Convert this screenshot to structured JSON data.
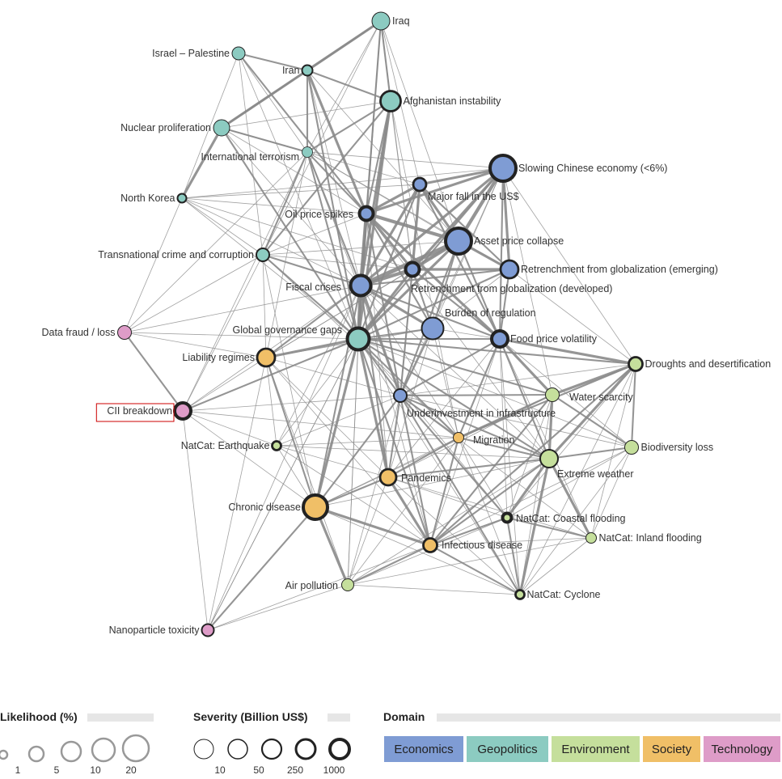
{
  "colors": {
    "Economics": "#7f9cd4",
    "Geopolitics": "#8ccbc1",
    "Environment": "#c5df9c",
    "Society": "#f0bf67",
    "Technology": "#de9cc8",
    "edge": "#8a8a8a",
    "highlight": "#cc0000"
  },
  "highlighted": "CII breakdown",
  "nodes": [
    {
      "name": "Iraq",
      "domain": "Geopolitics",
      "likelihood": 10,
      "severity": 10
    },
    {
      "name": "Israel – Palestine",
      "domain": "Geopolitics",
      "likelihood": 5,
      "severity": 10
    },
    {
      "name": "Iran",
      "domain": "Geopolitics",
      "likelihood": 3,
      "severity": 50
    },
    {
      "name": "Afghanistan instability",
      "domain": "Geopolitics",
      "likelihood": 12,
      "severity": 250
    },
    {
      "name": "Nuclear proliferation",
      "domain": "Geopolitics",
      "likelihood": 8,
      "severity": 10
    },
    {
      "name": "International terrorism",
      "domain": "Geopolitics",
      "likelihood": 3,
      "severity": 5
    },
    {
      "name": "North Korea",
      "domain": "Geopolitics",
      "likelihood": 2,
      "severity": 50
    },
    {
      "name": "Slowing Chinese economy (<6%)",
      "domain": "Economics",
      "likelihood": 20,
      "severity": 1000
    },
    {
      "name": "Major fall in the US$",
      "domain": "Economics",
      "likelihood": 5,
      "severity": 250
    },
    {
      "name": "Oil price spikes",
      "domain": "Economics",
      "likelihood": 6,
      "severity": 1000
    },
    {
      "name": "Asset price collapse",
      "domain": "Economics",
      "likelihood": 20,
      "severity": 1000
    },
    {
      "name": "Transnational crime and corruption",
      "domain": "Geopolitics",
      "likelihood": 5,
      "severity": 50
    },
    {
      "name": "Retrenchment from globalization (emerging)",
      "domain": "Economics",
      "likelihood": 10,
      "severity": 250
    },
    {
      "name": "Retrenchment from globalization (developed)",
      "domain": "Economics",
      "likelihood": 6,
      "severity": 1000
    },
    {
      "name": "Fiscal crises",
      "domain": "Economics",
      "likelihood": 12,
      "severity": 1000
    },
    {
      "name": "Burden of regulation",
      "domain": "Economics",
      "likelihood": 15,
      "severity": 50
    },
    {
      "name": "Data fraud / loss",
      "domain": "Technology",
      "likelihood": 6,
      "severity": 10
    },
    {
      "name": "Global governance gaps",
      "domain": "Geopolitics",
      "likelihood": 15,
      "severity": 1000
    },
    {
      "name": "Food price volatility",
      "domain": "Economics",
      "likelihood": 8,
      "severity": 1000
    },
    {
      "name": "Liability regimes",
      "domain": "Society",
      "likelihood": 10,
      "severity": 250
    },
    {
      "name": "Droughts and desertification",
      "domain": "Environment",
      "likelihood": 6,
      "severity": 250
    },
    {
      "name": "Water scarcity",
      "domain": "Environment",
      "likelihood": 6,
      "severity": 10
    },
    {
      "name": "CII breakdown",
      "domain": "Technology",
      "likelihood": 8,
      "severity": 1000
    },
    {
      "name": "Underinvestment in infrastructure",
      "domain": "Economics",
      "likelihood": 5,
      "severity": 50
    },
    {
      "name": "Migration",
      "domain": "Society",
      "likelihood": 3,
      "severity": 10
    },
    {
      "name": "NatCat: Earthquake",
      "domain": "Environment",
      "likelihood": 2,
      "severity": 250
    },
    {
      "name": "Biodiversity loss",
      "domain": "Environment",
      "likelihood": 6,
      "severity": 10
    },
    {
      "name": "Extreme weather",
      "domain": "Environment",
      "likelihood": 10,
      "severity": 50
    },
    {
      "name": "Pandemics",
      "domain": "Society",
      "likelihood": 8,
      "severity": 250
    },
    {
      "name": "Chronic disease",
      "domain": "Society",
      "likelihood": 18,
      "severity": 1000
    },
    {
      "name": "NatCat: Coastal flooding",
      "domain": "Environment",
      "likelihood": 2,
      "severity": 1000
    },
    {
      "name": "NatCat: Inland flooding",
      "domain": "Environment",
      "likelihood": 3,
      "severity": 10
    },
    {
      "name": "Infectious disease",
      "domain": "Society",
      "likelihood": 6,
      "severity": 250
    },
    {
      "name": "Air pollution",
      "domain": "Environment",
      "likelihood": 4,
      "severity": 10
    },
    {
      "name": "NatCat: Cyclone",
      "domain": "Environment",
      "likelihood": 2,
      "severity": 250
    },
    {
      "name": "Nanoparticle toxicity",
      "domain": "Technology",
      "likelihood": 4,
      "severity": 50
    }
  ],
  "legend": {
    "likelihood": {
      "title": "Likelihood (%)",
      "ticks": [
        "1",
        "5",
        "10",
        "20"
      ]
    },
    "severity": {
      "title": "Severity (Billion US$)",
      "ticks": [
        "10",
        "50",
        "250",
        "1000"
      ]
    },
    "domain": {
      "title": "Domain",
      "items": [
        "Economics",
        "Geopolitics",
        "Environment",
        "Society",
        "Technology"
      ]
    }
  }
}
